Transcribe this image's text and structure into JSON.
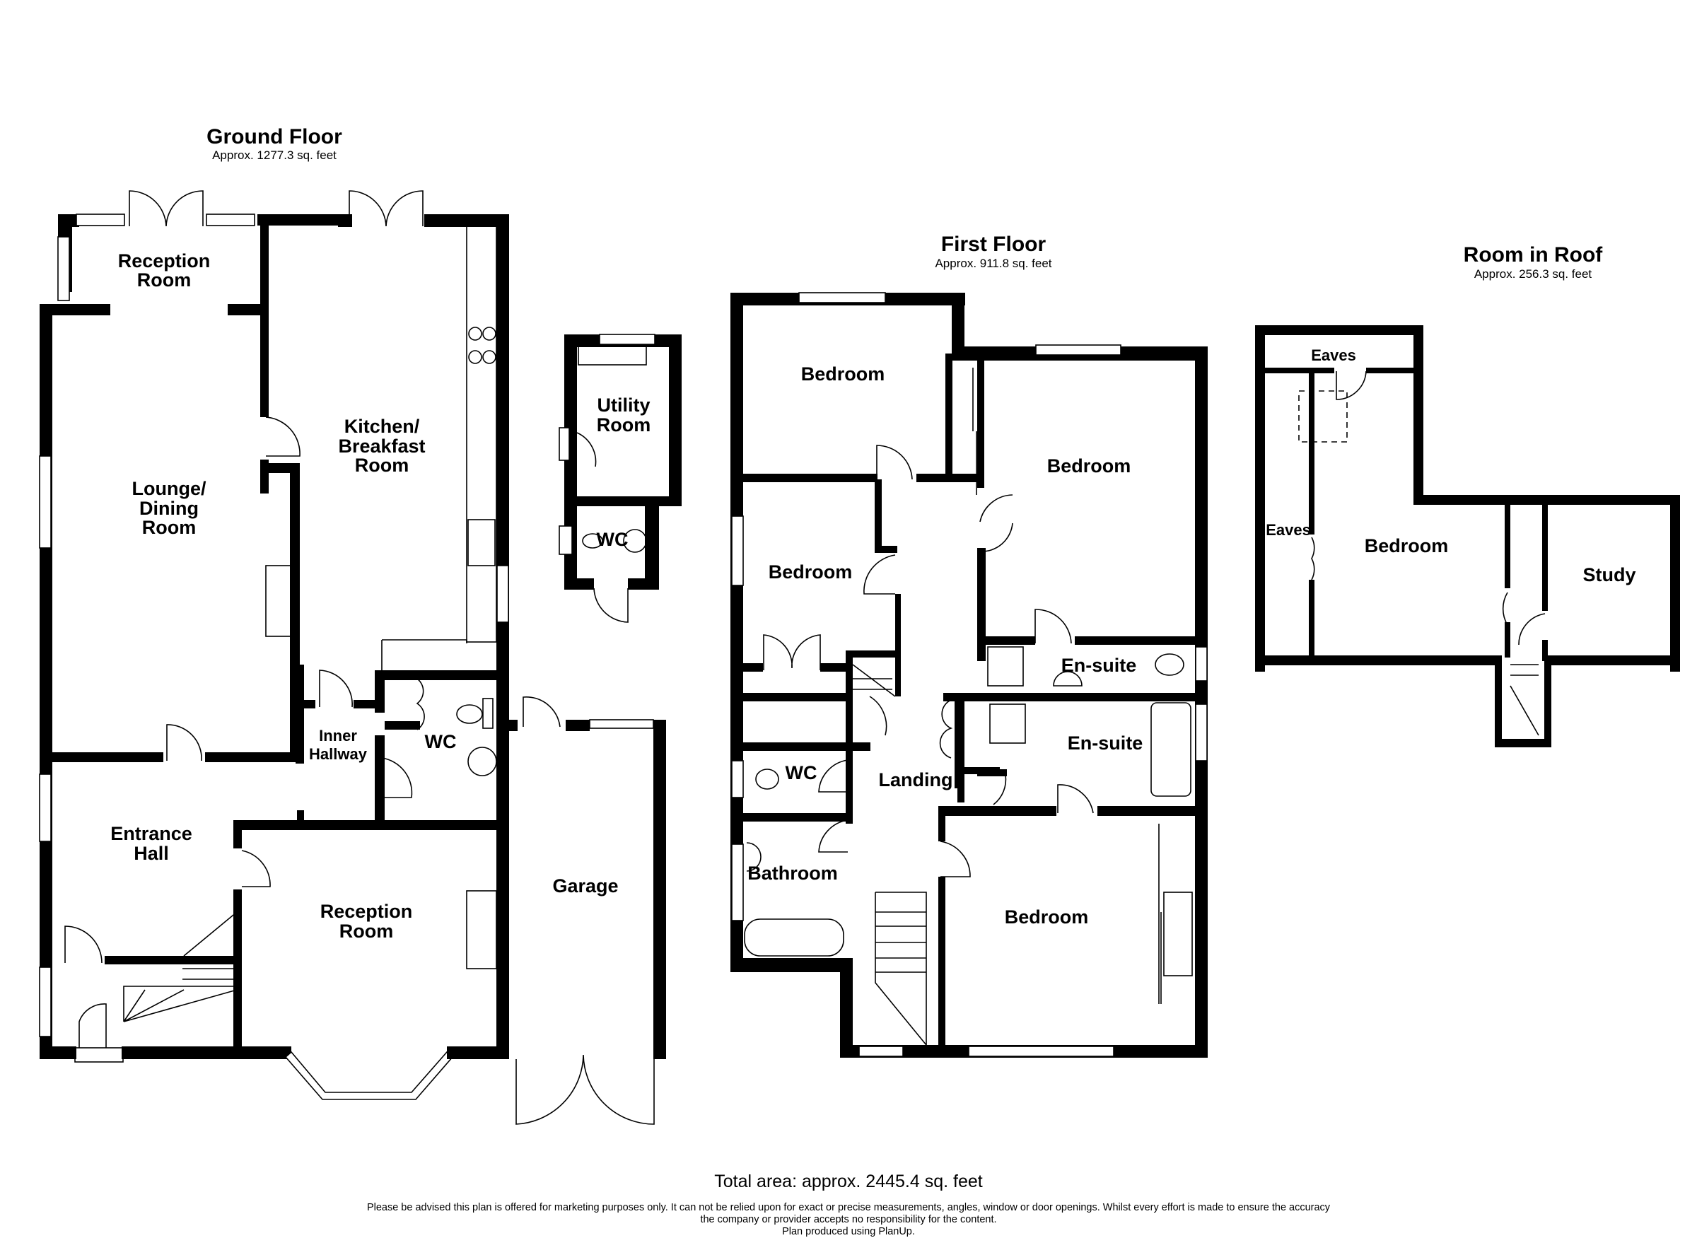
{
  "floors": {
    "ground": {
      "title": "Ground Floor",
      "area": "Approx. 1277.3 sq. feet",
      "rooms": {
        "reception_rear_l1": "Reception",
        "reception_rear_l2": "Room",
        "lounge_l1": "Lounge/",
        "lounge_l2": "Dining",
        "lounge_l3": "Room",
        "kitchen_l1": "Kitchen/",
        "kitchen_l2": "Breakfast",
        "kitchen_l3": "Room",
        "inner_hallway_l1": "Inner",
        "inner_hallway_l2": "Hallway",
        "wc": "WC",
        "entrance_hall_l1": "Entrance",
        "entrance_hall_l2": "Hall",
        "reception_front_l1": "Reception",
        "reception_front_l2": "Room",
        "utility_l1": "Utility",
        "utility_l2": "Room",
        "utility_wc": "WC",
        "garage": "Garage"
      }
    },
    "first": {
      "title": "First Floor",
      "area": "Approx. 911.8 sq. feet",
      "rooms": {
        "bedroom_nw": "Bedroom",
        "bedroom_ne": "Bedroom",
        "bedroom_w": "Bedroom",
        "ensuite_1": "En-suite",
        "ensuite_2": "En-suite",
        "wc": "WC",
        "landing": "Landing",
        "bathroom": "Bathroom",
        "bedroom_s": "Bedroom"
      }
    },
    "roof": {
      "title": "Room in Roof",
      "area": "Approx. 256.3 sq. feet",
      "rooms": {
        "eaves_top": "Eaves",
        "eaves_side": "Eaves",
        "bedroom": "Bedroom",
        "study": "Study"
      }
    }
  },
  "footer": {
    "total_area": "Total area: approx. 2445.4 sq. feet",
    "disclaimer_l1": "Please be advised this plan is offered for marketing purposes only. It can not be relied upon for exact or precise measurements, angles, window or door openings. Whilst every effort is made to ensure the accuracy",
    "disclaimer_l2": "the company or provider accepts no responsibility for the content.",
    "credit": "Plan produced using PlanUp."
  }
}
